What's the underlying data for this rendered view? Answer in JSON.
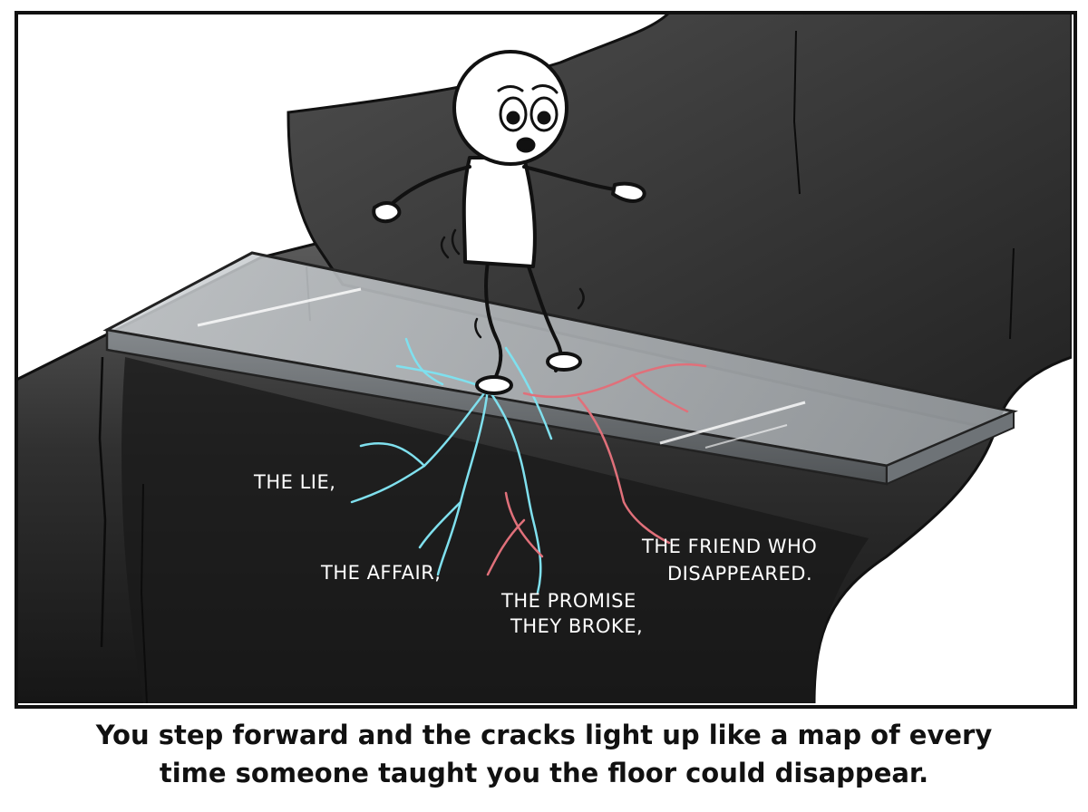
{
  "panel": {
    "labels": {
      "lie": "THE LIE,",
      "affair": "THE AFFAIR,",
      "promise_1": "THE PROMISE",
      "promise_2": "THEY BROKE,",
      "friend_1": "THE FRIEND WHO",
      "friend_2": "DISAPPEARED."
    }
  },
  "caption": {
    "line1": "You step forward and the cracks light up like a map of every",
    "line2": "time someone taught you the floor could disappear."
  },
  "colors": {
    "chasm_dark": "#1c1c1c",
    "chasm_mid": "#4a4a4a",
    "glass": "#b9bdc0",
    "crack_blue": "#7fe0ee",
    "crack_red": "#e0707a"
  }
}
